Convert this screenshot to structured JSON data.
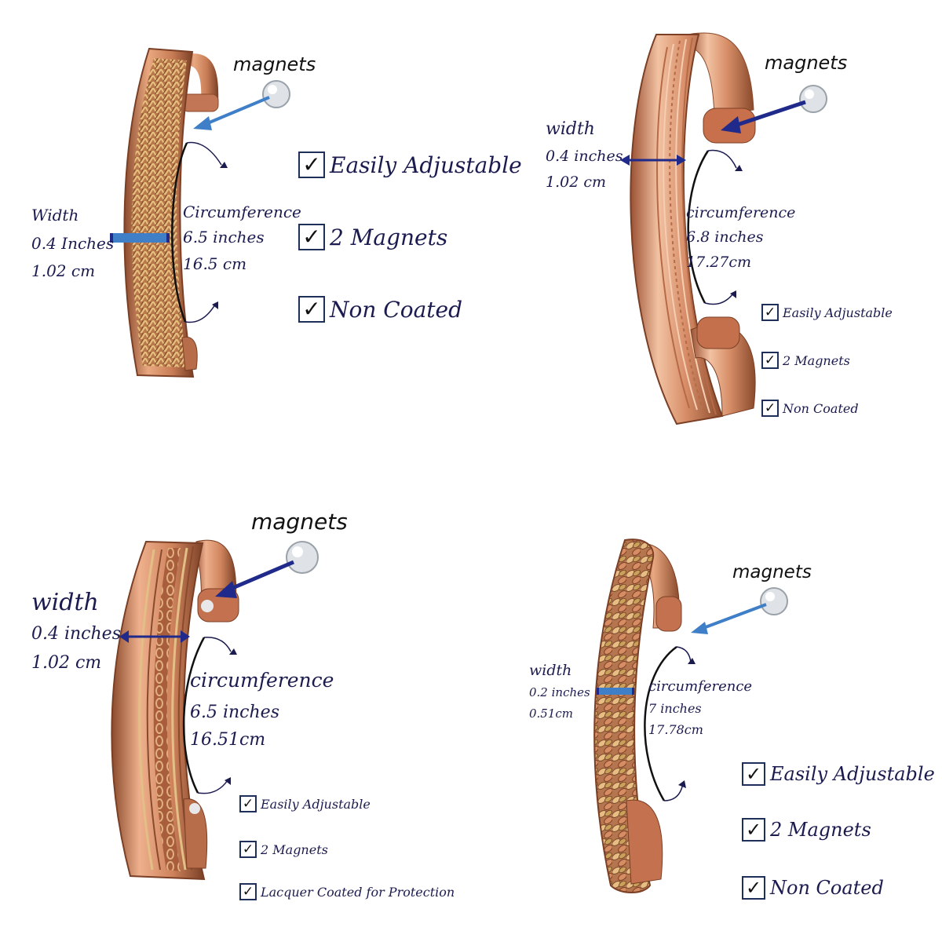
{
  "panels": [
    {
      "magnets_label": "magnets",
      "width": {
        "label": "Width",
        "inches": "0.4 Inches",
        "cm": "1.02 cm"
      },
      "circumference": {
        "label": "Circumference",
        "inches": "6.5 inches",
        "cm": "16.5 cm"
      },
      "features": [
        "Easily Adjustable",
        "2 Magnets",
        "Non Coated"
      ]
    },
    {
      "magnets_label": "magnets",
      "width": {
        "label": "width",
        "inches": "0.4 inches",
        "cm": "1.02 cm"
      },
      "circumference": {
        "label": "circumference",
        "inches": "6.8 inches",
        "cm": "17.27cm"
      },
      "features": [
        "Easily Adjustable",
        "2 Magnets",
        "Non Coated"
      ]
    },
    {
      "magnets_label": "magnets",
      "width": {
        "label": "width",
        "inches": "0.4 inches",
        "cm": "1.02 cm"
      },
      "circumference": {
        "label": "circumference",
        "inches": "6.5 inches",
        "cm": "16.51cm"
      },
      "features": [
        "Easily Adjustable",
        "2 Magnets",
        "Lacquer Coated for Protection"
      ]
    },
    {
      "magnets_label": "magnets",
      "width": {
        "label": "width",
        "inches": "0.2 inches",
        "cm": "0.51cm"
      },
      "circumference": {
        "label": "circumference",
        "inches": "7 inches",
        "cm": "17.78cm"
      },
      "features": [
        "Easily Adjustable",
        "2 Magnets",
        "Non Coated"
      ]
    }
  ],
  "colors": {
    "text": "#1b1b4f",
    "copper": "#c77c55",
    "copper_light": "#efbe9c",
    "copper_dark": "#8a4a2c",
    "brass": "#c9a15a",
    "arrow_light": "#3f7fc8",
    "arrow_dark": "#1f2a8a"
  },
  "icons": [
    "checkbox-checked-icon",
    "magnet-icon",
    "arrow-icon",
    "circumference-arc-icon",
    "width-arrow-icon"
  ]
}
